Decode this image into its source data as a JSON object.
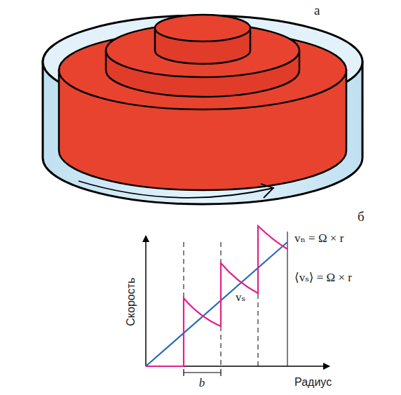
{
  "diagram": {
    "labels": [
      "а",
      "б",
      "Скорость",
      "Радиус",
      "b",
      "vₙ = Ω × r",
      "⟨vₛ⟩ = Ω × r",
      "vₛ"
    ]
  }
}
